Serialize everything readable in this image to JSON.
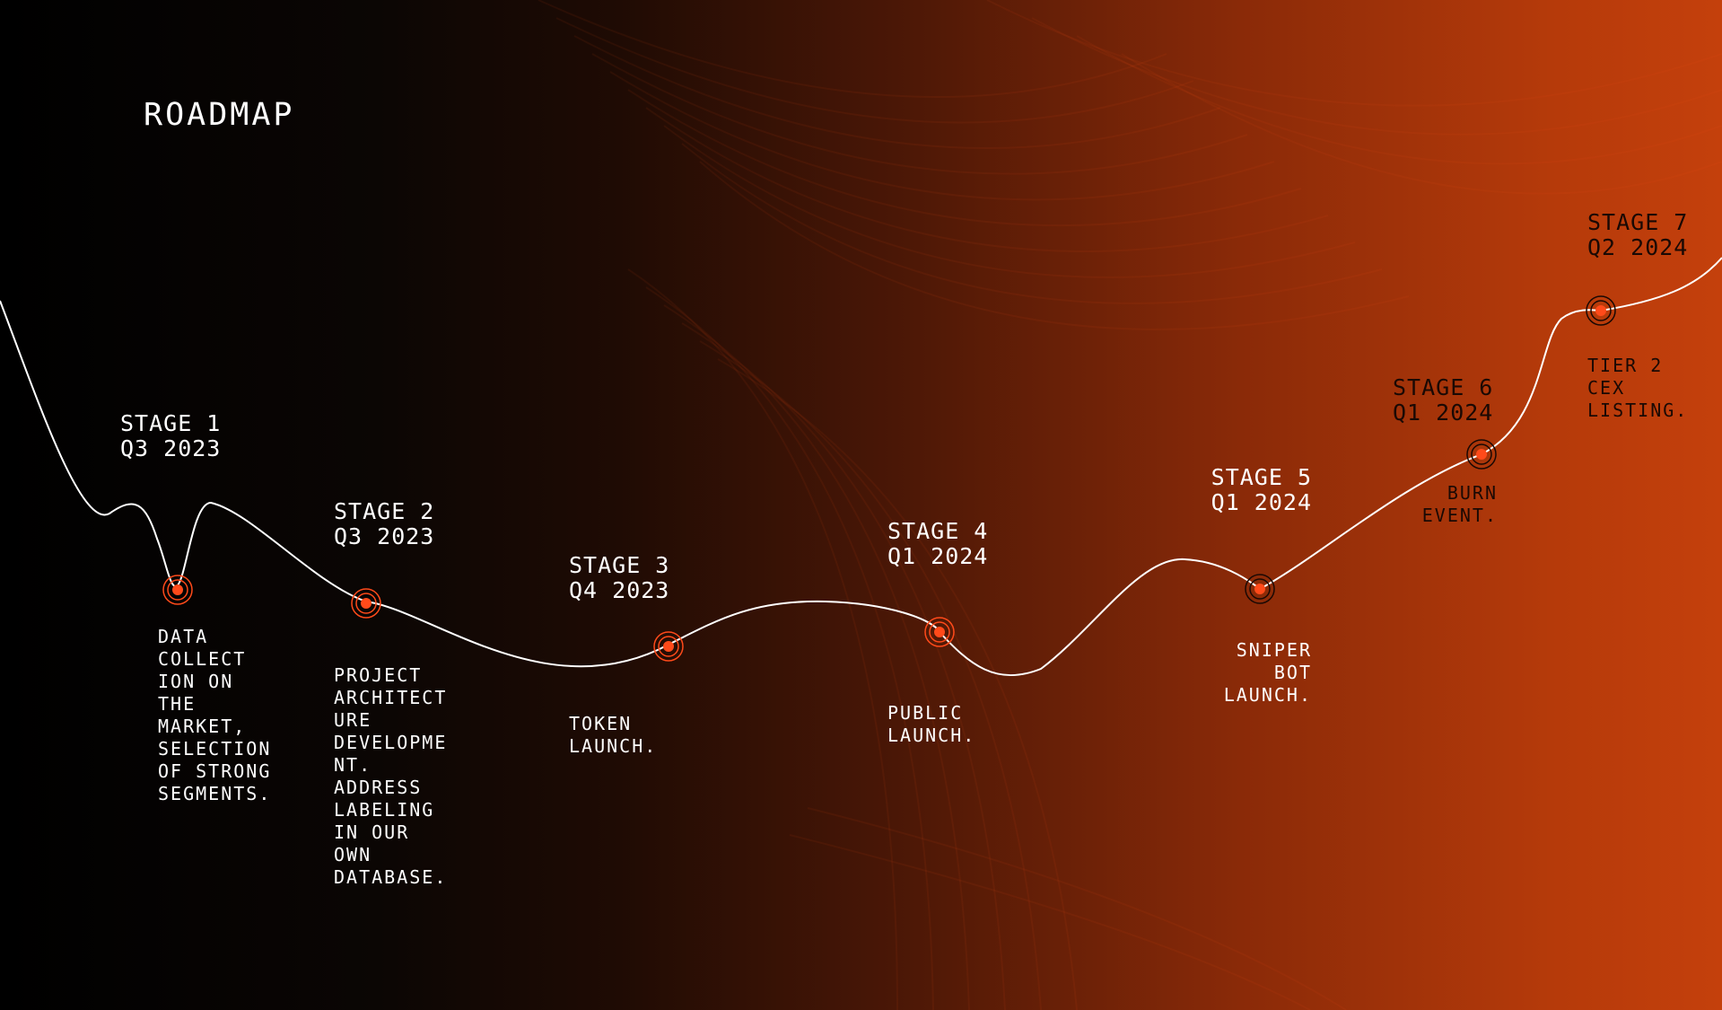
{
  "title": "ROADMAP",
  "colors": {
    "accent": "#ff4a1a",
    "line": "#ffffff",
    "dark_text": "#1a0904"
  },
  "stages": [
    {
      "title": "STAGE 1",
      "period": "Q3 2023",
      "desc": [
        "DATA",
        "COLLECT",
        "ION ON",
        "THE",
        "MARKET,",
        "SELECTION",
        "OF STRONG",
        "SEGMENTS."
      ]
    },
    {
      "title": "STAGE 2",
      "period": "Q3 2023",
      "desc": [
        "PROJECT",
        "ARCHITECT",
        "URE",
        "DEVELOPME",
        "NT.",
        "ADDRESS",
        "LABELING",
        "IN OUR",
        "OWN",
        "DATABASE."
      ]
    },
    {
      "title": "STAGE 3",
      "period": "Q4 2023",
      "desc": [
        "TOKEN",
        "LAUNCH."
      ]
    },
    {
      "title": "STAGE 4",
      "period": "Q1 2024",
      "desc": [
        "PUBLIC",
        "LAUNCH."
      ]
    },
    {
      "title": "STAGE 5",
      "period": "Q1 2024",
      "desc": [
        "SNIPER",
        "BOT",
        "LAUNCH."
      ]
    },
    {
      "title": "STAGE 6",
      "period": "Q1 2024",
      "desc": [
        "BURN",
        "EVENT."
      ]
    },
    {
      "title": "STAGE 7",
      "period": "Q2 2024",
      "desc": [
        "TIER 2",
        "CEX",
        "LISTING."
      ]
    }
  ]
}
